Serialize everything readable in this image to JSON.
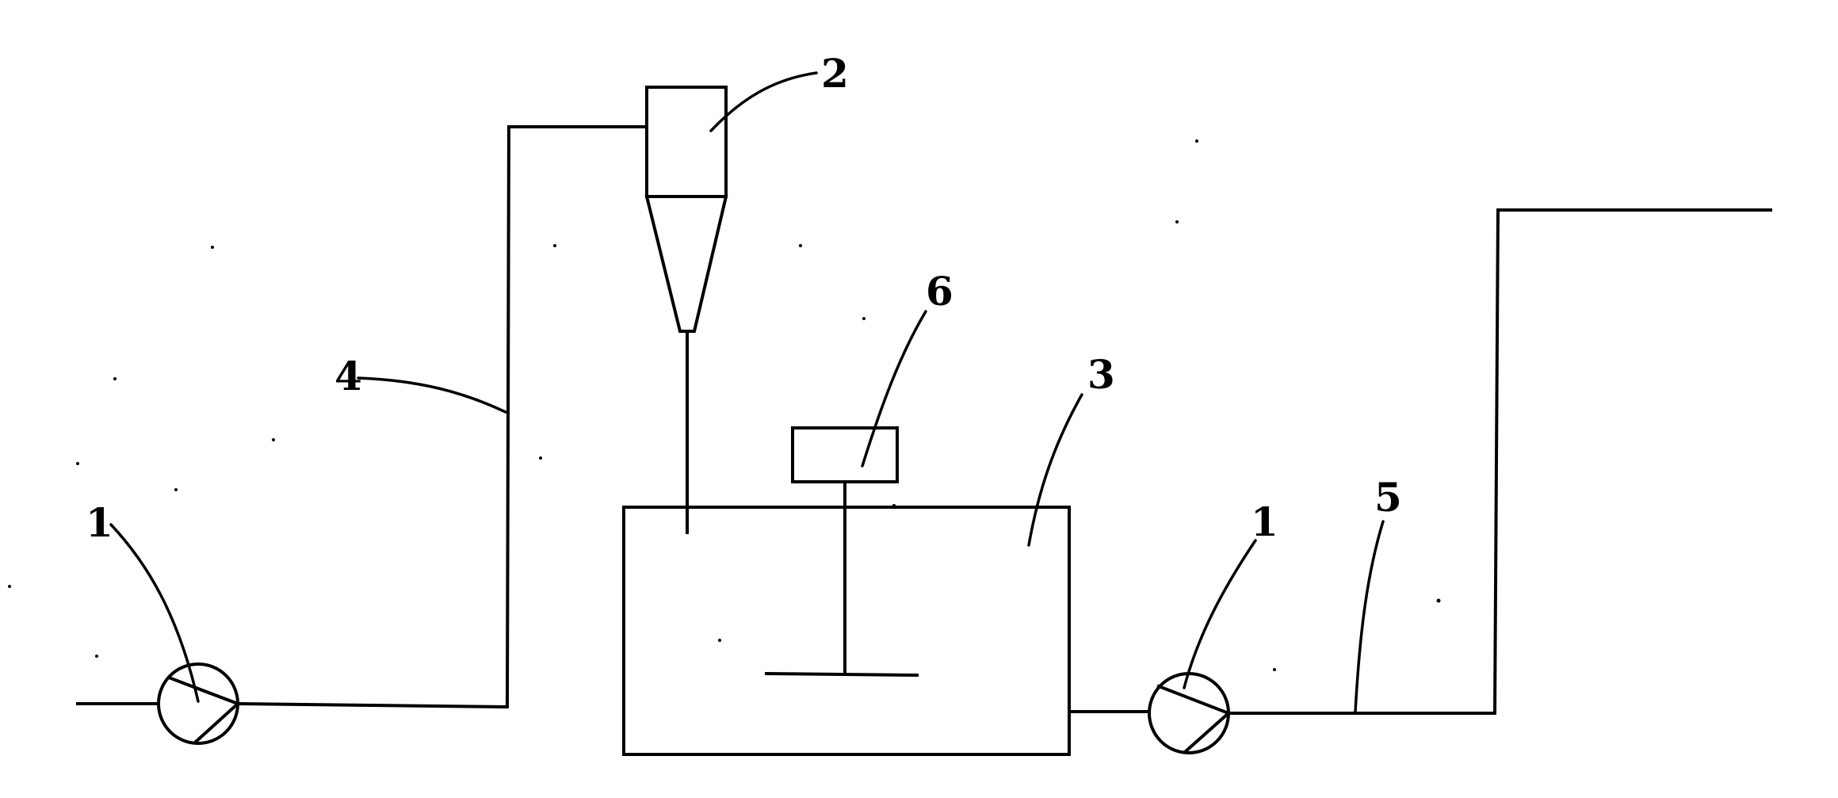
{
  "diagram": {
    "labels": {
      "pump_left": "1",
      "cyclone": "2",
      "tank": "3",
      "pipe_inlet": "4",
      "pipe_outlet": "5",
      "motor": "6",
      "pump_right": "1"
    },
    "colors": {
      "line": "#000000",
      "background": "#ffffff"
    }
  }
}
